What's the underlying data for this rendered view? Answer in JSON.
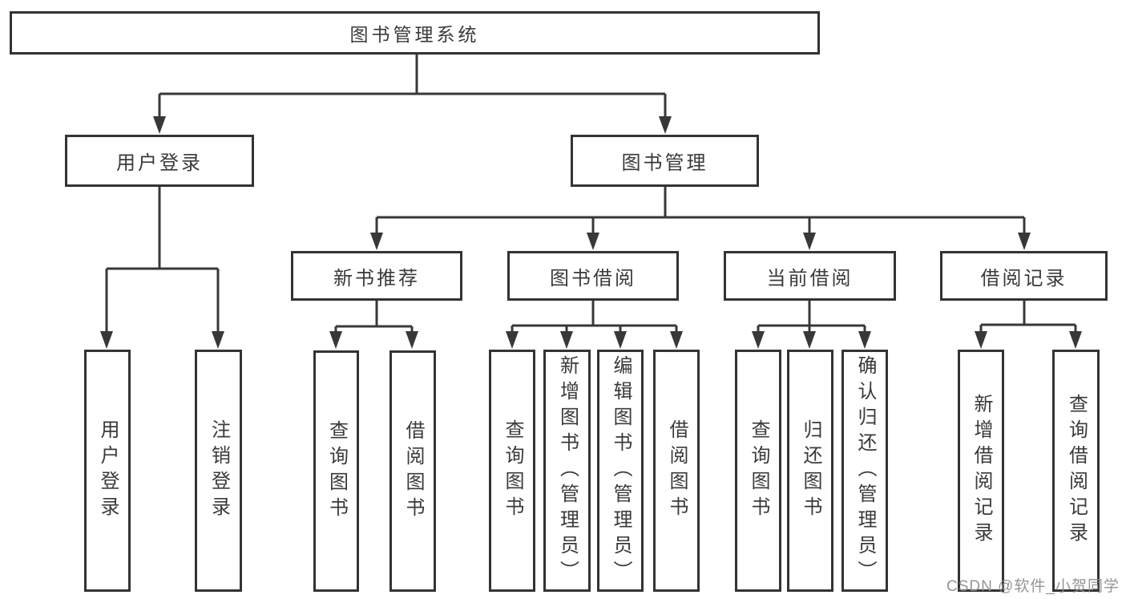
{
  "diagram": {
    "root": {
      "label": "图书管理系统"
    },
    "level2": [
      {
        "label": "用户登录"
      },
      {
        "label": "图书管理"
      }
    ],
    "level3": [
      {
        "label": "新书推荐"
      },
      {
        "label": "图书借阅"
      },
      {
        "label": "当前借阅"
      },
      {
        "label": "借阅记录"
      }
    ],
    "leaves": {
      "user_login": [
        "用户登录",
        "注销登录"
      ],
      "new_books": [
        "查询图书",
        "借阅图书"
      ],
      "borrow": [
        "查询图书",
        "新增图书（管理员）",
        "编辑图书（管理员）",
        "借阅图书"
      ],
      "current": [
        "查询图书",
        "归还图书",
        "确认归还（管理员）"
      ],
      "records": [
        "新增借阅记录",
        "查询借阅记录"
      ]
    },
    "colors": {
      "line": "#383838",
      "border": "#333333",
      "text": "#3a3a3a",
      "background": "#ffffff",
      "watermark": "#8c8c8c"
    }
  },
  "watermark": {
    "text": "CSDN @软件_小贺同学"
  }
}
